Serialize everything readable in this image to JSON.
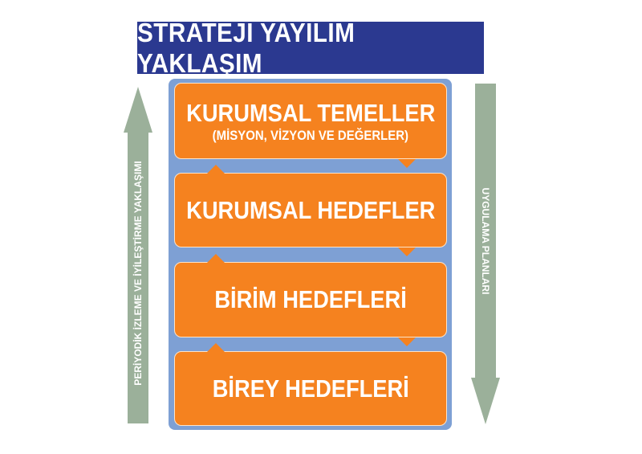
{
  "title": "STRATEJİ YAYILIM YAKLAŞIM",
  "levels": [
    {
      "title": "KURUMSAL TEMELLER",
      "subtitle": "(MİSYON, VİZYON VE DEĞERLER)"
    },
    {
      "title": "KURUMSAL HEDEFLER"
    },
    {
      "title": "BİRİM HEDEFLERİ"
    },
    {
      "title": "BİREY HEDEFLERİ"
    }
  ],
  "left_arrow_label": "PERİYODİK İZLEME VE İYİLEŞTİRME YAKLAŞIMI",
  "right_arrow_label": "UYGULAMA PLANLARI",
  "colors": {
    "banner": "#2b3990",
    "box": "#f5821f",
    "container": "#7ea0d4",
    "arrow": "#9bb09a"
  }
}
